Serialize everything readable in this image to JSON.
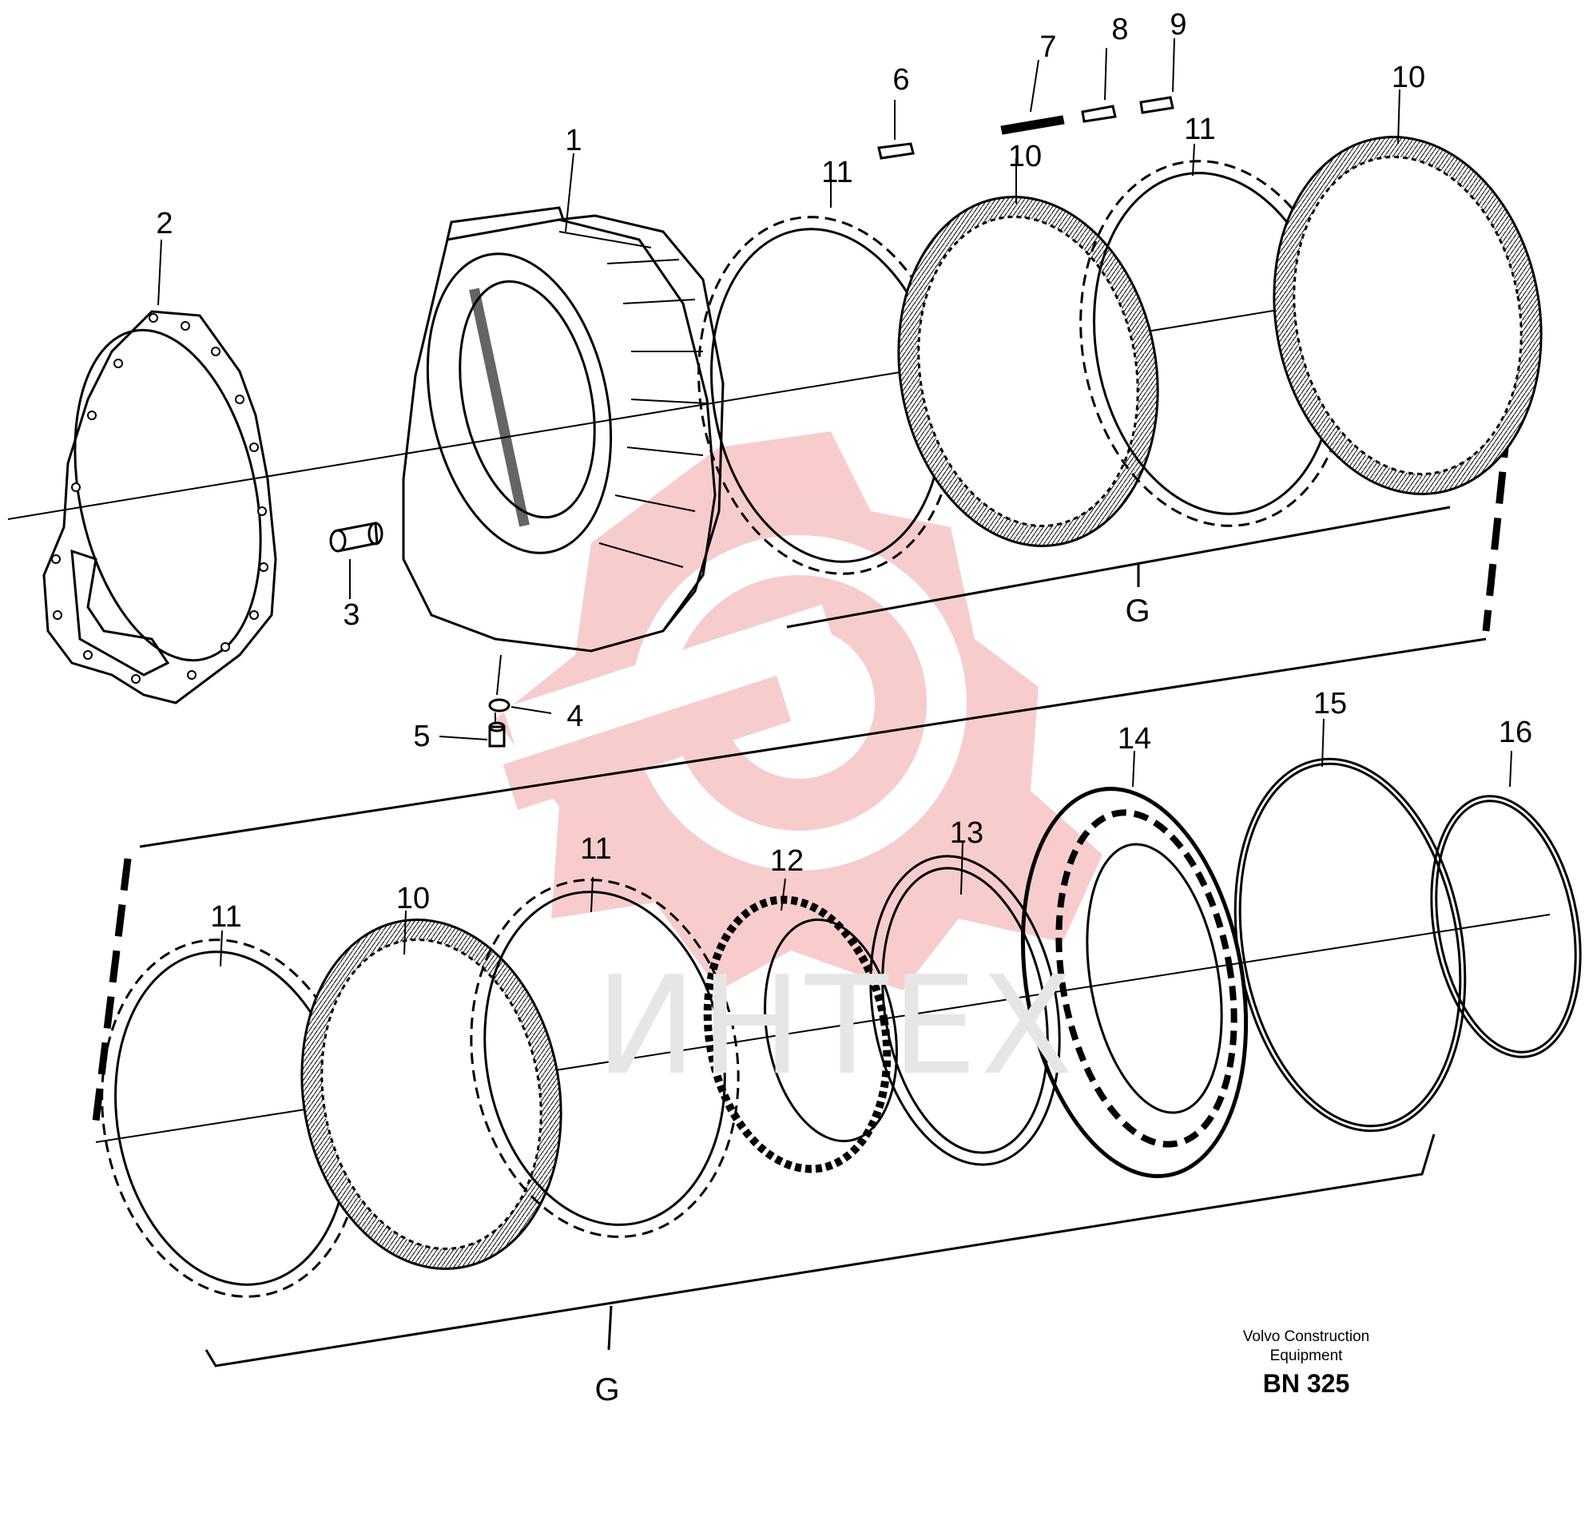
{
  "callouts": {
    "c1": "1",
    "c2": "2",
    "c3": "3",
    "c4": "4",
    "c5": "5",
    "c6": "6",
    "c7": "7",
    "c8": "8",
    "c9": "9",
    "c10a": "10",
    "c10b": "10",
    "c10c": "10",
    "c11a": "11",
    "c11b": "11",
    "c11c": "11",
    "c11d": "11",
    "c12": "12",
    "c13": "13",
    "c14": "14",
    "c15": "15",
    "c16": "16"
  },
  "groups": {
    "upper": "G",
    "lower": "G"
  },
  "caption": {
    "line1": "Volvo Construction",
    "line2": "Equipment",
    "code": "BN 325"
  },
  "watermark": {
    "text": "ИНТЕХ",
    "logo_color": "#f7c7c7"
  }
}
